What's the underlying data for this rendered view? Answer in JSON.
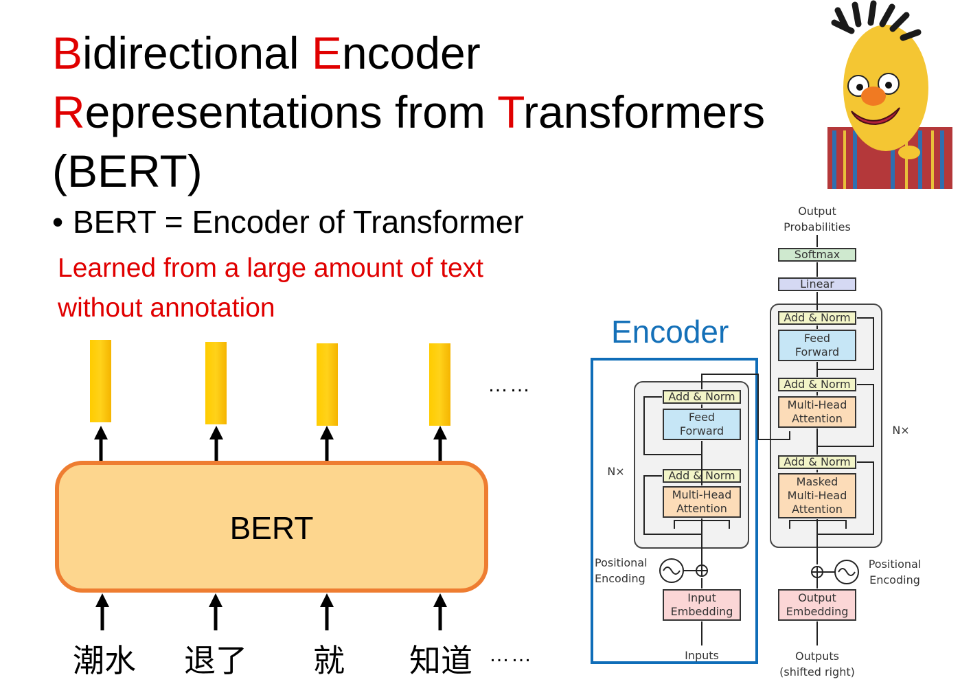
{
  "title": {
    "line1": [
      {
        "text": "B",
        "accent": true
      },
      {
        "text": "idirectional ",
        "accent": false
      },
      {
        "text": "E",
        "accent": true
      },
      {
        "text": "ncoder",
        "accent": false
      }
    ],
    "line2": [
      {
        "text": "R",
        "accent": true
      },
      {
        "text": "epresentations from ",
        "accent": false
      },
      {
        "text": "T",
        "accent": true
      },
      {
        "text": "ransformers",
        "accent": false
      }
    ],
    "line3": [
      {
        "text": "(BERT)",
        "accent": false
      }
    ]
  },
  "bullet": {
    "text": "BERT =  Encoder of Transformer"
  },
  "note": {
    "line1": "Learned from a large amount of text",
    "line2": "without annotation"
  },
  "encoder_label": "Encoder",
  "bert_box": {
    "label": "BERT"
  },
  "inputs": [
    "潮水",
    "退了",
    "就",
    "知道"
  ],
  "ellipsis": "……",
  "architecture": {
    "output_probabilities": [
      "Output",
      "Probabilities"
    ],
    "softmax": "Softmax",
    "linear": "Linear",
    "add_norm": "Add & Norm",
    "feed_forward": [
      "Feed",
      "Forward"
    ],
    "multi_head_attention": [
      "Multi-Head",
      "Attention"
    ],
    "masked_multi_head_attention": [
      "Masked",
      "Multi-Head",
      "Attention"
    ],
    "nx": "N×",
    "positional_encoding": [
      "Positional",
      "Encoding"
    ],
    "input_embedding": [
      "Input",
      "Embedding"
    ],
    "output_embedding": [
      "Output",
      "Embedding"
    ],
    "inputs": "Inputs",
    "outputs": [
      "Outputs",
      "(shifted right)"
    ]
  },
  "colors": {
    "accent": "#e00000",
    "encoder_blue": "#0f6db8",
    "bert_fill": "#fdd68e",
    "bert_border": "#ee7d31",
    "token_yellow": "#ffc000"
  },
  "image": {
    "character": "bert-muppet"
  }
}
